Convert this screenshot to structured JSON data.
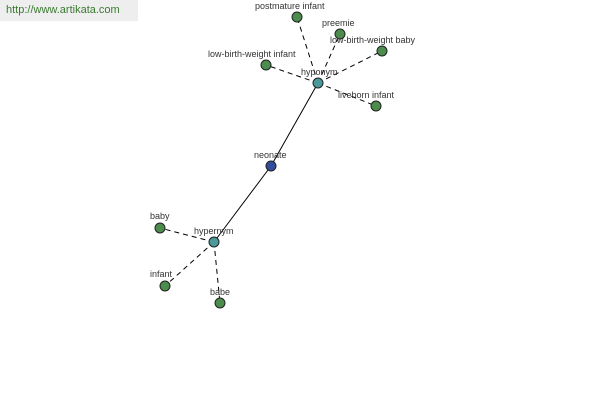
{
  "header": {
    "url": "http://www.artikata.com"
  },
  "colors": {
    "center_node": "#334c99",
    "relation_node": "#4c9999",
    "leaf_node": "#4c8c4c"
  },
  "graph": {
    "center": {
      "id": "neonate",
      "label": "neonate"
    },
    "relations": [
      {
        "id": "hyponym",
        "label": "hyponym"
      },
      {
        "id": "hypernym",
        "label": "hypernym"
      }
    ],
    "leaves": [
      {
        "id": "postmature-infant",
        "label": "postmature infant",
        "relation": "hyponym"
      },
      {
        "id": "preemie",
        "label": "preemie",
        "relation": "hyponym"
      },
      {
        "id": "low-birth-weight-baby",
        "label": "low-birth-weight baby",
        "relation": "hyponym"
      },
      {
        "id": "low-birth-weight-infant",
        "label": "low-birth-weight infant",
        "relation": "hyponym"
      },
      {
        "id": "liveborn-infant",
        "label": "liveborn infant",
        "relation": "hyponym"
      },
      {
        "id": "baby",
        "label": "baby",
        "relation": "hypernym"
      },
      {
        "id": "infant",
        "label": "infant",
        "relation": "hypernym"
      },
      {
        "id": "babe",
        "label": "babe",
        "relation": "hypernym"
      }
    ]
  }
}
